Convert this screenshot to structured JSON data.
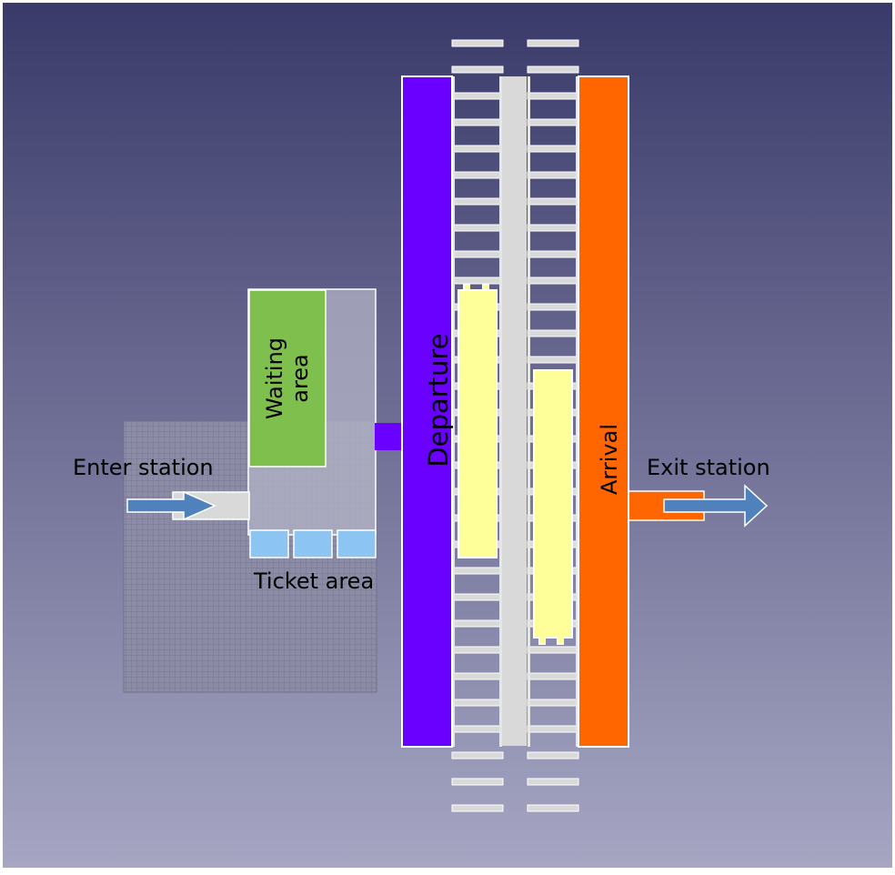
{
  "labels": {
    "enter": "Enter station",
    "exit": "Exit station",
    "waiting_line1": "Waiting",
    "waiting_line2": "area",
    "ticket": "Ticket area",
    "departure": "Departure",
    "arrival": "Arrival"
  },
  "colors": {
    "background_top": "#3a3a6a",
    "background_bottom": "#a6a6c3",
    "departure": "#6a00ff",
    "arrival": "#ff6600",
    "waiting_area": "#7fbf4d",
    "ticket_booths": "#8cc4f2",
    "train": "#ffff99",
    "arrow": "#4f81bd",
    "platform": "#d9d9d9",
    "hall": "#b3b3c6"
  }
}
